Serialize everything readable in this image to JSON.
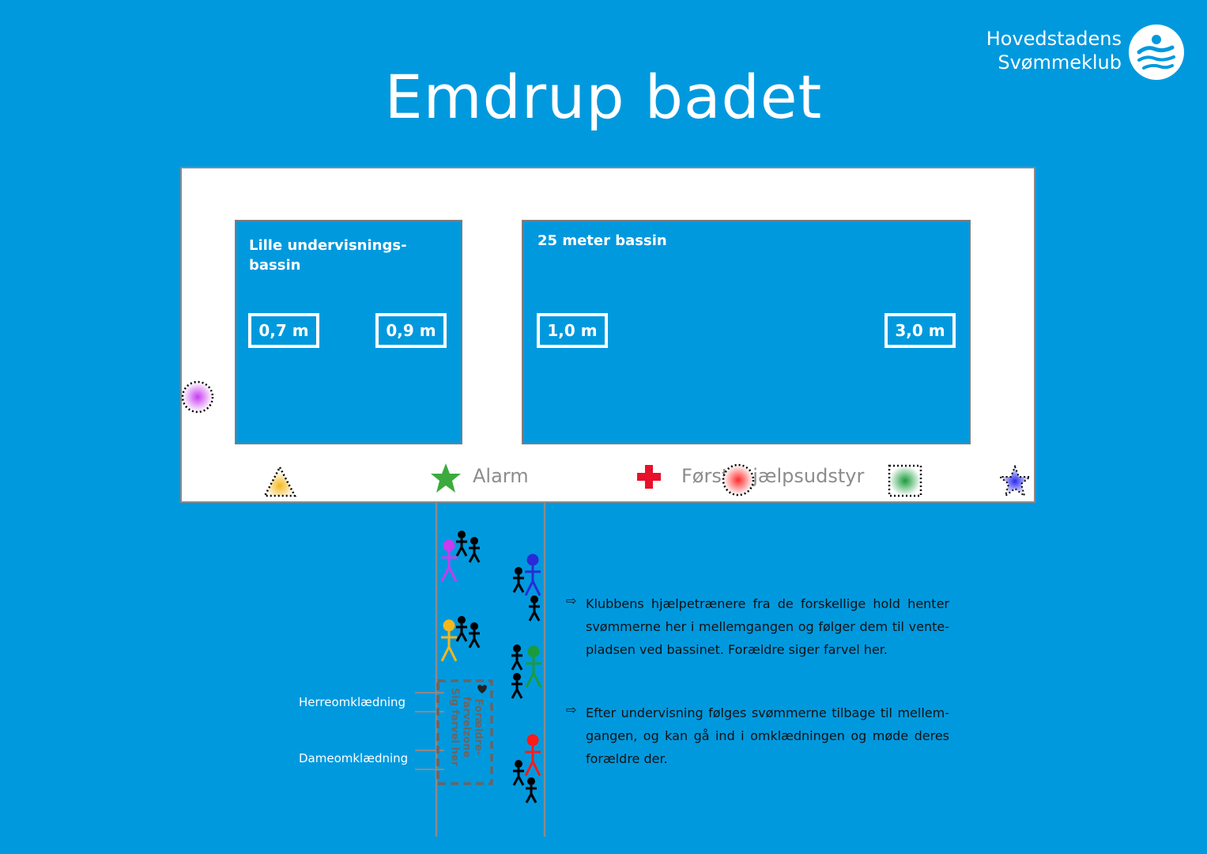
{
  "title": "Emdrup badet",
  "logo": {
    "line1": "Hovedstadens",
    "line2": "Svømmeklub"
  },
  "pools": [
    {
      "name_line1": "Lille undervisnings-",
      "name_line2": "bassin",
      "depths": [
        "0,7 m",
        "0,9 m"
      ]
    },
    {
      "name": "25 meter bassin",
      "depths": [
        "1,0 m",
        "3,0 m"
      ]
    }
  ],
  "legend": {
    "alarm": "Alarm",
    "first_aid": "Førstehjælpsudstyr"
  },
  "rooms": {
    "men": "Herreomklædning",
    "women": "Dameomklædning"
  },
  "zone": {
    "line1": "Forældre-",
    "line2": "farvelzone",
    "line3": "Sig farvel her"
  },
  "info": {
    "p1": "Klubbens hjælpetrænere fra de forskellige hold henter svømmerne her i mellemgangen og følger dem til vente-pladsen ved bassinet. Forældre siger farvel her.",
    "p2": "Efter undervisning følges svømmerne tilbage til mellem-gangen, og kan gå ind i omklædningen og møde deres forældre der."
  },
  "colors": {
    "background": "#0199de",
    "marker_purple": "#c83cf0",
    "marker_yellow": "#f5b81c",
    "marker_red": "#ff2a2a",
    "marker_green": "#1a9c3c",
    "marker_blue": "#2a2af0",
    "alarm_star": "#3daa3d",
    "first_aid_cross": "#e8102a"
  }
}
